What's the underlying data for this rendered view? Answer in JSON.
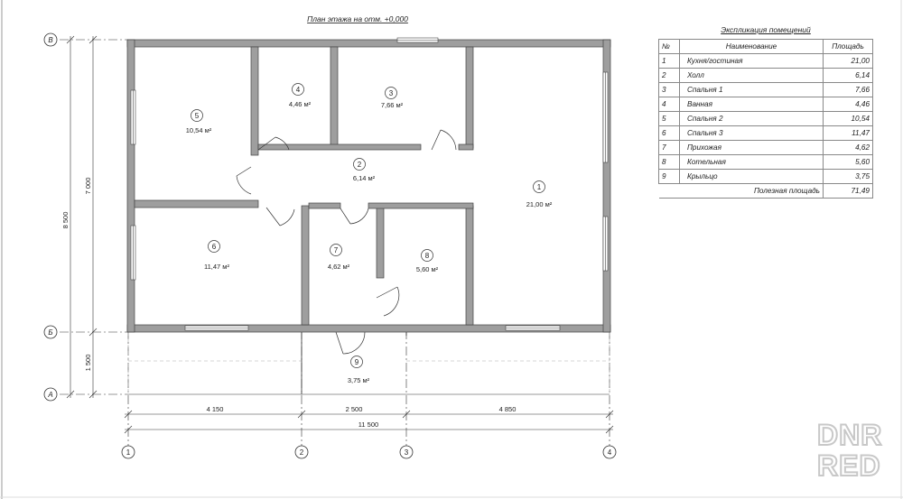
{
  "plan_title": "План этажа на отм. +0,000",
  "axes": {
    "rows": [
      "В",
      "Б",
      "А"
    ],
    "cols": [
      "1",
      "2",
      "3",
      "4"
    ]
  },
  "dimensions": {
    "left_total": "8 500",
    "left_upper": "7 000",
    "left_lower": "1 500",
    "bottom_parts": [
      "4 150",
      "2 500",
      "4 850"
    ],
    "bottom_total": "11 500"
  },
  "rooms": [
    {
      "num": "1",
      "area": "21,00 м²"
    },
    {
      "num": "2",
      "area": "6,14 м²"
    },
    {
      "num": "3",
      "area": "7,66 м²"
    },
    {
      "num": "4",
      "area": "4,46 м²"
    },
    {
      "num": "5",
      "area": "10,54 м²"
    },
    {
      "num": "6",
      "area": "11,47 м²"
    },
    {
      "num": "7",
      "area": "4,62 м²"
    },
    {
      "num": "8",
      "area": "5,60 м²"
    },
    {
      "num": "9",
      "area": "3,75 м²"
    }
  ],
  "explication": {
    "title": "Экспликация помещений",
    "headers": [
      "№",
      "Наименование",
      "Площадь"
    ],
    "rows": [
      {
        "n": "1",
        "name": "Кухня/гостиная",
        "area": "21,00"
      },
      {
        "n": "2",
        "name": "Холл",
        "area": "6,14"
      },
      {
        "n": "3",
        "name": "Спальня 1",
        "area": "7,66"
      },
      {
        "n": "4",
        "name": "Ванная",
        "area": "4,46"
      },
      {
        "n": "5",
        "name": "Спальня 2",
        "area": "10,54"
      },
      {
        "n": "6",
        "name": "Спальня 3",
        "area": "11,47"
      },
      {
        "n": "7",
        "name": "Прихожая",
        "area": "4,62"
      },
      {
        "n": "8",
        "name": "Котельная",
        "area": "5,60"
      },
      {
        "n": "9",
        "name": "Крыльцо",
        "area": "3,75"
      }
    ],
    "total_label": "Полезная площадь",
    "total_value": "71,49"
  },
  "watermark": {
    "line1": "DNR",
    "line2": "RED"
  },
  "colors": {
    "wall": "#9e9e9e",
    "line": "#333333",
    "dash": "#aaaaaa"
  }
}
